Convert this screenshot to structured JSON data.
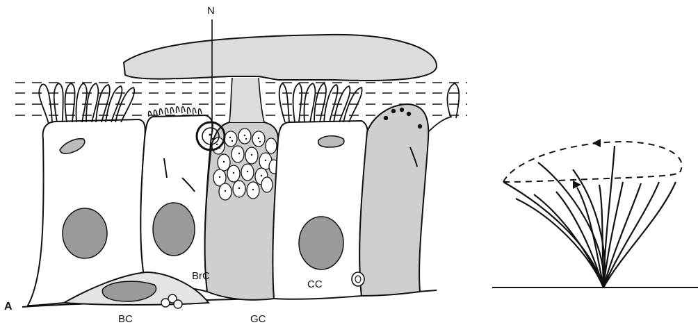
{
  "panel_label": "A",
  "labels": {
    "n": "N",
    "brc": "BrC",
    "cc": "CC",
    "bc": "BC",
    "gc": "GC"
  },
  "colors": {
    "line": "#111111",
    "mucus": "#d9d9d9",
    "goblet_fill": "#cfcfcf",
    "nucleus": "#9a9a9a",
    "background": "#ffffff"
  }
}
